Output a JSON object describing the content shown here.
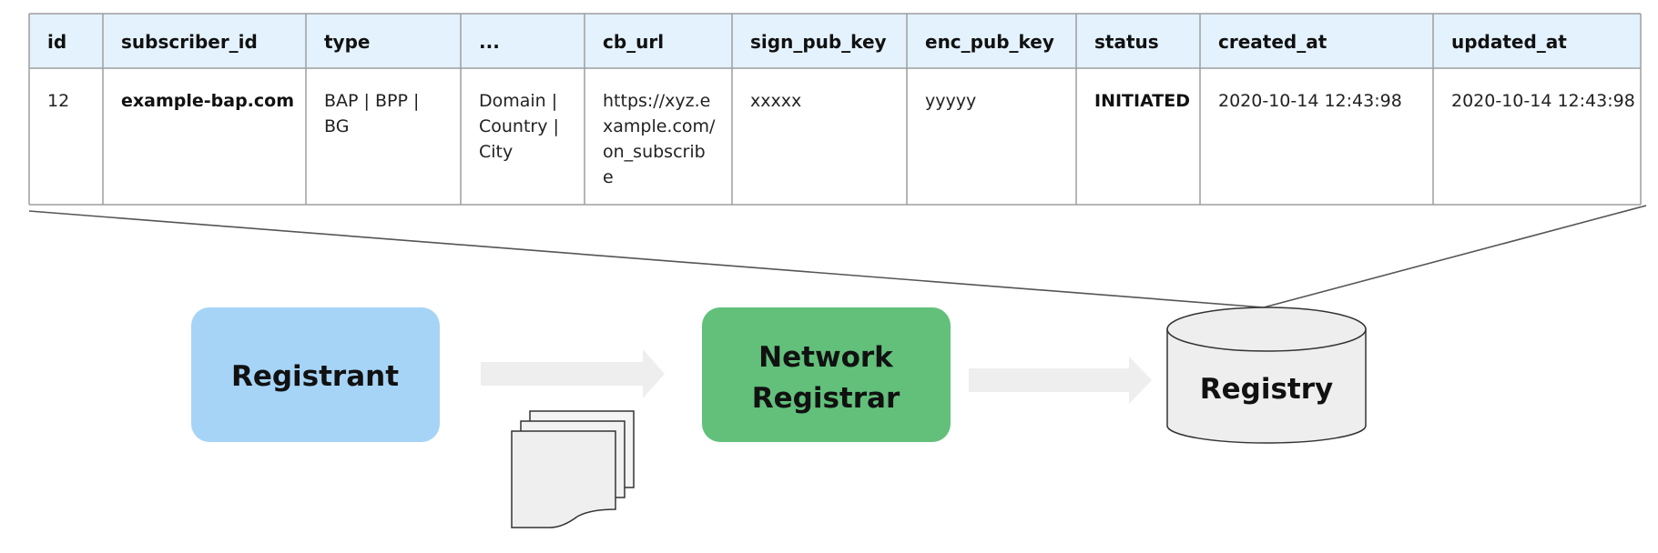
{
  "table": {
    "headers": [
      "id",
      "subscriber_id",
      "type",
      "...",
      "cb_url",
      "sign_pub_key",
      "enc_pub_key",
      "status",
      "created_at",
      "updated_at"
    ],
    "row": [
      [
        "12"
      ],
      [
        "example-bap.com"
      ],
      [
        "BAP | BPP |",
        "BG"
      ],
      [
        "Domain |",
        "Country |",
        "City"
      ],
      [
        "https://xyz.e",
        "xample.com/",
        "on_subscrib",
        "e"
      ],
      [
        "xxxxx"
      ],
      [
        "yyyyy"
      ],
      [
        "INITIATED"
      ],
      [
        "2020-10-14 12:43:98"
      ],
      [
        "2020-10-14 12:43:98"
      ]
    ],
    "bold_columns": [
      1,
      7
    ],
    "header_bg": "#e3f2fd",
    "border_color": "#9e9e9e"
  },
  "nodes": {
    "registrant": {
      "label": "Registrant",
      "color": "#a6d4f7"
    },
    "network_registrar": {
      "label_lines": [
        "Network",
        "Registrar"
      ],
      "color": "#62c07b"
    },
    "registry": {
      "label": "Registry",
      "color": "#eeeeee"
    }
  },
  "connectors": {
    "arrow_color": "#eeeeee",
    "line_color": "#555555"
  },
  "icons": [
    "document-stack-icon",
    "database-icon",
    "arrow-right-icon"
  ]
}
